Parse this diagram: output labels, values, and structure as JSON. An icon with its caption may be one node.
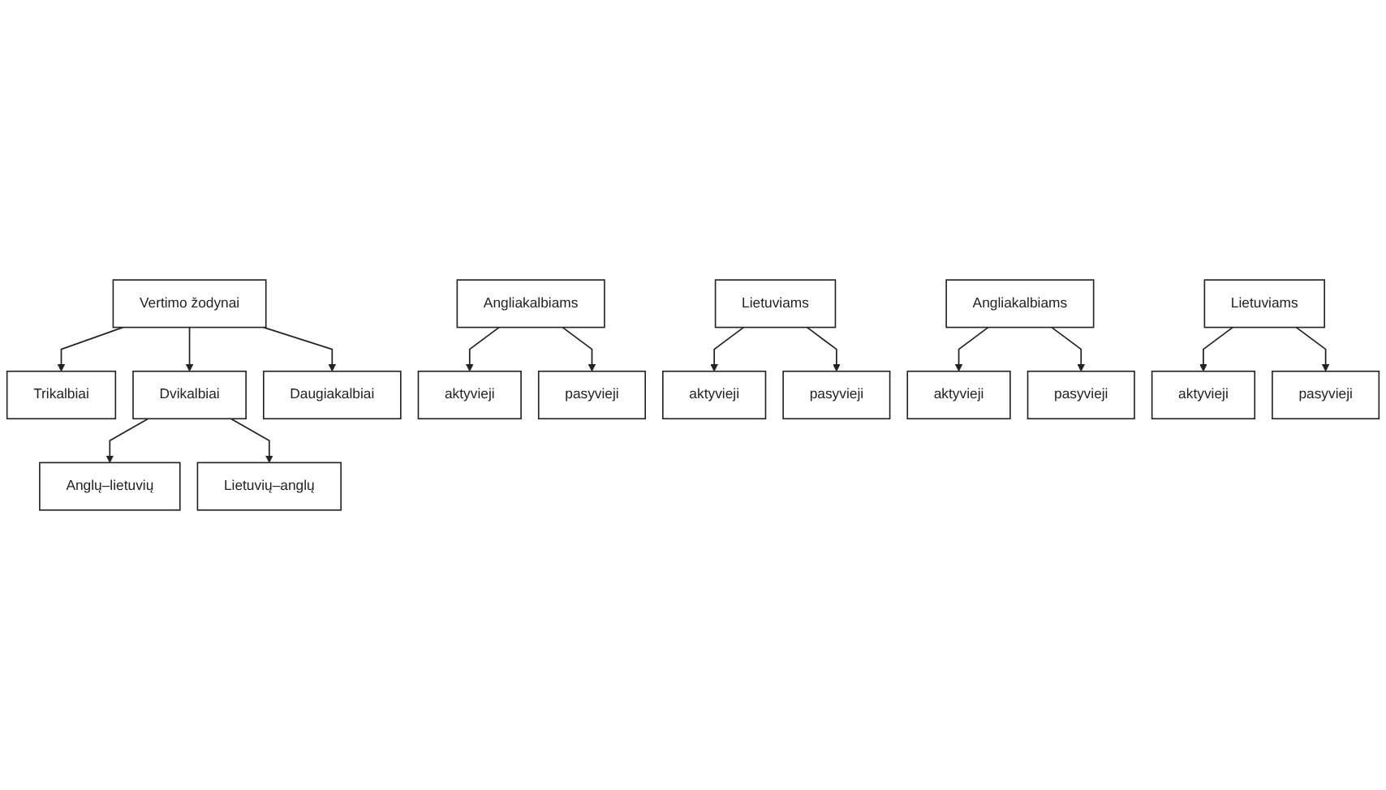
{
  "diagram": {
    "nodes": [
      {
        "text": [
          "Vertimo žodynai"
        ]
      },
      {
        "text": [
          "Trikalbiai"
        ]
      },
      {
        "text": [
          "Dvikalbiai"
        ]
      },
      {
        "text": [
          "Daugiakalbiai"
        ]
      },
      {
        "text": [
          "Anglų–lietuvių"
        ]
      },
      {
        "text": [
          "Lietuvių–anglų"
        ]
      },
      {
        "text": [
          "Angliakalbiams"
        ]
      },
      {
        "text": [
          "Lietuviams"
        ]
      },
      {
        "text": [
          "Angliakalbiams"
        ]
      },
      {
        "text": [
          "Lietuviams"
        ]
      },
      {
        "text": [
          "aktyvieji"
        ]
      },
      {
        "text": [
          "pasyvieji"
        ]
      },
      {
        "text": [
          "aktyvieji"
        ]
      },
      {
        "text": [
          "pasyvieji"
        ]
      },
      {
        "text": [
          "aktyvieji"
        ]
      },
      {
        "text": [
          "pasyvieji"
        ]
      },
      {
        "text": [
          "aktyvieji"
        ]
      },
      {
        "text": [
          "pasyvieji"
        ]
      }
    ],
    "edges": [
      {
        "from": 0,
        "to": 1,
        "arrow": "to"
      },
      {
        "from": 0,
        "to": 2,
        "arrow": "to"
      },
      {
        "from": 0,
        "to": 3,
        "arrow": "to"
      },
      {
        "from": 2,
        "to": 4,
        "arrow": "to"
      },
      {
        "from": 2,
        "to": 5,
        "arrow": "to"
      },
      {
        "from": 6,
        "to": 10,
        "arrow": "to"
      },
      {
        "from": 6,
        "to": 11,
        "arrow": "to"
      },
      {
        "from": 7,
        "to": 12,
        "arrow": "to"
      },
      {
        "from": 7,
        "to": 13,
        "arrow": "to"
      },
      {
        "from": 8,
        "to": 14,
        "arrow": "to"
      },
      {
        "from": 8,
        "to": 15,
        "arrow": "to"
      },
      {
        "from": 9,
        "to": 16,
        "arrow": "to"
      },
      {
        "from": 9,
        "to": 17,
        "arrow": "to"
      }
    ]
  }
}
